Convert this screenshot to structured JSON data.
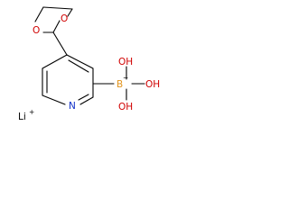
{
  "molecule": {
    "atoms": {
      "o_ring_top": "O",
      "o_ring_left": "O",
      "n_ring": "N",
      "boron": "B",
      "oh_top": "OH",
      "oh_right": "OH",
      "oh_bottom": "OH",
      "lithium": "Li"
    },
    "charges": {
      "boron": "−",
      "lithium": "+"
    },
    "colors": {
      "oxygen": "#d00000",
      "nitrogen": "#1030c8",
      "boron": "#e2941c",
      "carbon_bond": "#000000"
    }
  }
}
